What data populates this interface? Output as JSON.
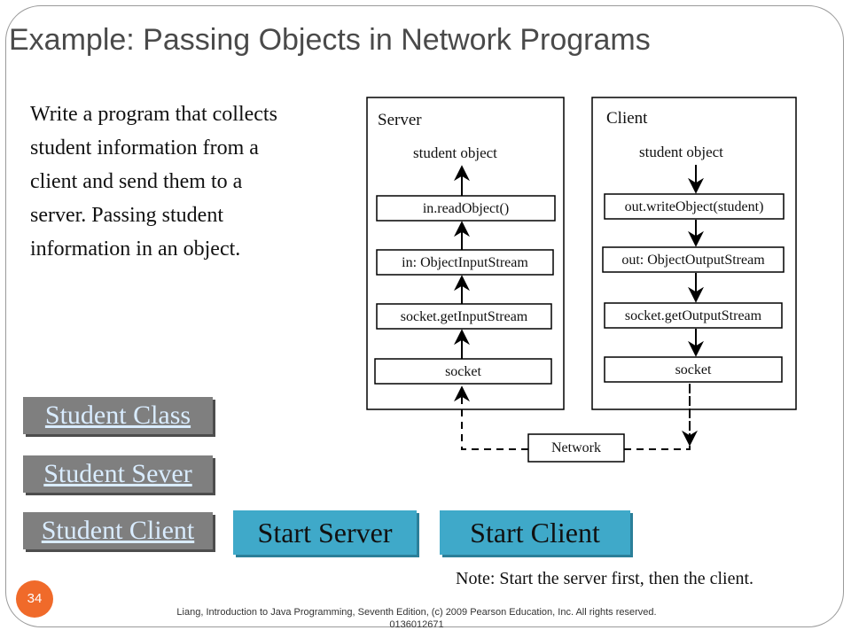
{
  "slide": {
    "title": "Example: Passing Objects in Network Programs",
    "description": "Write a program that collects student information from a client and send them to a server. Passing student information in an object.",
    "note": "Note: Start the server first, then the client.",
    "page_number": "34",
    "footer": "Liang, Introduction to Java Programming, Seventh Edition, (c) 2009 Pearson Education, Inc. All rights reserved. 0136012671"
  },
  "links": {
    "student_class": "Student Class",
    "student_sever": "Student Sever",
    "student_client": "Student Client"
  },
  "buttons": {
    "start_server": "Start Server",
    "start_client": "Start Client"
  },
  "diagram": {
    "server": {
      "label": "Server",
      "object_label": "student  object",
      "boxes": [
        "in.readObject()",
        "in: ObjectInputStream",
        "socket.getInputStream",
        "socket"
      ]
    },
    "client": {
      "label": "Client",
      "object_label": "student  object",
      "boxes": [
        "out.writeObject(student)",
        "out: ObjectOutputStream",
        "socket.getOutputStream",
        "socket"
      ]
    },
    "network_label": "Network"
  },
  "colors": {
    "link_button_bg": "#7f7f7f",
    "link_text": "#d9ecff",
    "start_button_bg": "#3fa9c9",
    "page_badge": "#f06a2a"
  }
}
